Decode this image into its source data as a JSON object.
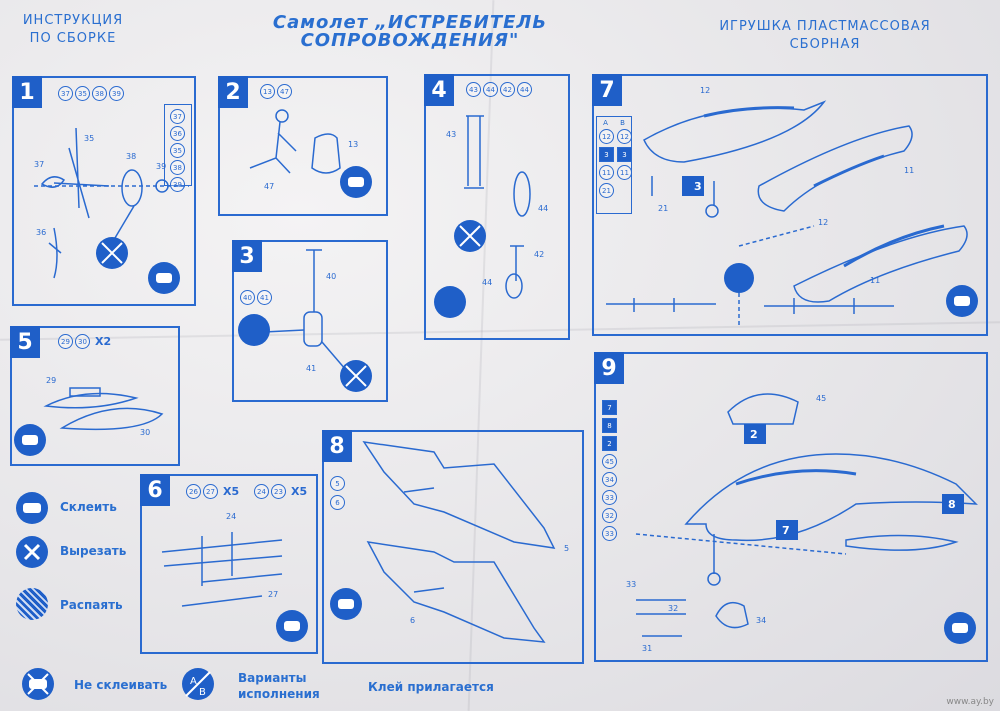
{
  "header": {
    "left": [
      "ИНСТРУКЦИЯ",
      "ПО СБОРКЕ"
    ],
    "title": "Самолет „ИСТРЕБИТЕЛЬ СОПРОВОЖДЕНИЯ\"",
    "right": [
      "ИГРУШКА ПЛАСТМАССОВАЯ",
      "СБОРНАЯ"
    ]
  },
  "steps": {
    "s1": {
      "num": "1",
      "parts": [
        "37",
        "35",
        "38",
        "39"
      ],
      "side_parts": [
        "37",
        "36",
        "35",
        "38",
        "39"
      ],
      "labels": [
        "35",
        "37",
        "38",
        "39",
        "36"
      ]
    },
    "s2": {
      "num": "2",
      "parts": [
        "13",
        "47"
      ],
      "labels": [
        "47",
        "13"
      ]
    },
    "s3": {
      "num": "3",
      "parts": [
        "40",
        "41"
      ],
      "labels": [
        "40",
        "41"
      ]
    },
    "s4": {
      "num": "4",
      "parts": [
        "43",
        "44",
        "42",
        "44"
      ],
      "labels": [
        "43",
        "44",
        "42",
        "44"
      ]
    },
    "s5": {
      "num": "5",
      "parts": [
        "29",
        "30"
      ],
      "mult": "X2",
      "labels": [
        "29",
        "30"
      ]
    },
    "s6": {
      "num": "6",
      "parts_a": [
        "26",
        "27"
      ],
      "mult_a": "X5",
      "parts_b": [
        "24",
        "23"
      ],
      "mult_b": "X5",
      "labels": [
        "24",
        "27"
      ]
    },
    "s7": {
      "num": "7",
      "ab": [
        "A",
        "B"
      ],
      "rows": [
        [
          "12",
          "12"
        ],
        [
          "3",
          "3"
        ],
        [
          "11",
          "11"
        ],
        [
          "21",
          ""
        ]
      ],
      "labels": [
        "12",
        "11",
        "21",
        "12",
        "11"
      ],
      "sub": "3"
    },
    "s8": {
      "num": "8",
      "parts": [
        "5",
        "6"
      ],
      "labels": [
        "5",
        "6"
      ]
    },
    "s9": {
      "num": "9",
      "list": [
        "7",
        "8",
        "2",
        "45",
        "34",
        "33",
        "32",
        "33"
      ],
      "labels": [
        "45",
        "2",
        "8",
        "7",
        "33",
        "32",
        "34",
        "31"
      ]
    }
  },
  "legend": {
    "glue": "Склеить",
    "cut": "Вырезать",
    "solder": "Распаять",
    "noglue": "Не склеивать",
    "variants": [
      "Варианты",
      "исполнения"
    ],
    "glue_included": "Клей прилагается"
  },
  "watermark": "www.ay.by"
}
